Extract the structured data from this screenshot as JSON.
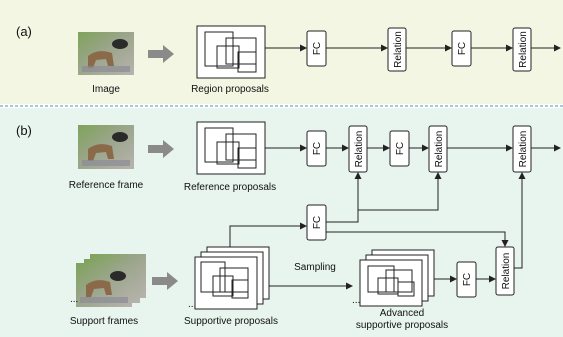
{
  "colors": {
    "panel_a_bg": "#f3f6e3",
    "panel_b_bg": "#e8f4ee",
    "divider": "#a9c8d8",
    "arrow": "#222222",
    "fat_arrow": "#8a8a8a"
  },
  "panel_a": {
    "tag": "(a)",
    "image_label": "Image",
    "proposals_label": "Region proposals",
    "fc_label": "FC",
    "relation_label": "Relation"
  },
  "panel_b": {
    "tag": "(b)",
    "reference_frame_label": "Reference frame",
    "reference_proposals_label": "Reference proposals",
    "support_frames_label": "Support frames",
    "supportive_proposals_label": "Supportive proposals",
    "sampling_label": "Sampling",
    "advanced_label_line1": "Advanced",
    "advanced_label_line2": "supportive proposals",
    "fc_label": "FC",
    "relation_label": "Relation",
    "ellipsis": "..."
  }
}
